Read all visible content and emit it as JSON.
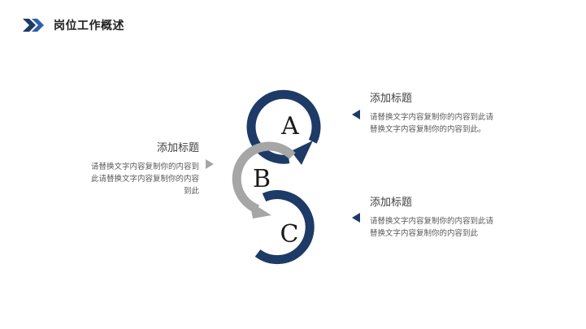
{
  "header": {
    "title": "岗位工作概述",
    "accent_dark": "#1e3a66",
    "accent_light": "#2e5fa8"
  },
  "diagram": {
    "circles": [
      {
        "letter": "A",
        "color": "#1e3a66"
      },
      {
        "letter": "B",
        "color": "#a6a6a6"
      },
      {
        "letter": "C",
        "color": "#1e3a66"
      }
    ]
  },
  "blocks": {
    "left": {
      "title": "添加标题",
      "body": "请替换文字内容复制你的内容到此请替换文字内容复制你的内容到此"
    },
    "right_top": {
      "title": "添加标题",
      "body": "请替换文字内容复制你的内容到此请替换文字内容复制你的内容到此。"
    },
    "right_bottom": {
      "title": "添加标题",
      "body": "请替换文字内容复制你的内容到此请替换文字内容复制你的内容到此"
    }
  }
}
